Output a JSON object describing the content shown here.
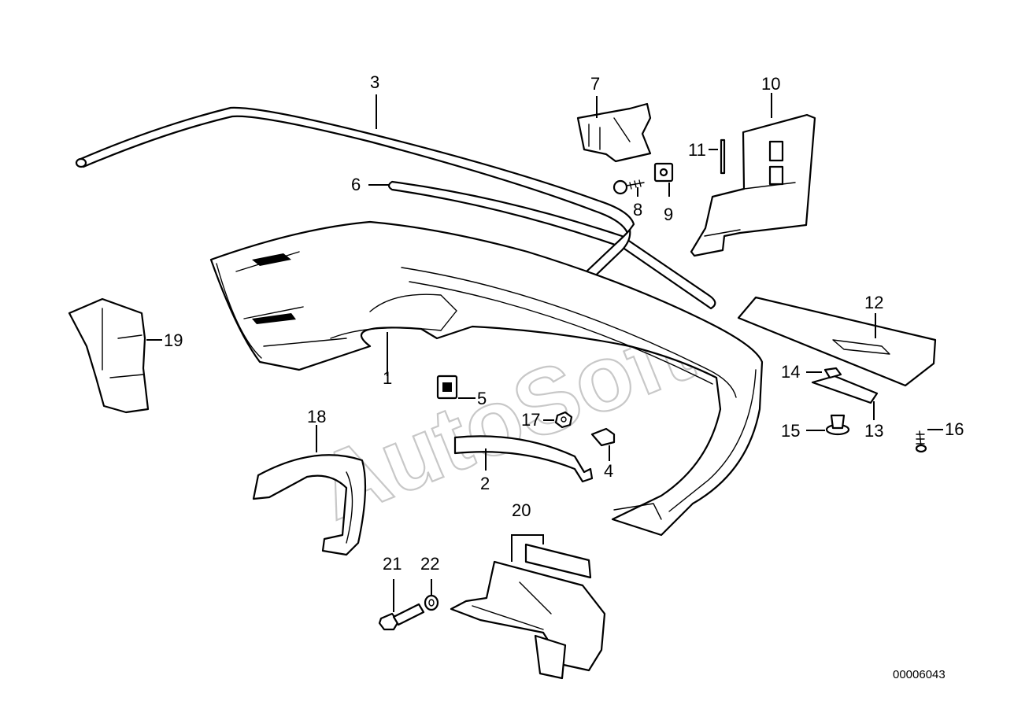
{
  "diagram": {
    "labels": {
      "l1": "1",
      "l2": "2",
      "l3": "3",
      "l4": "4",
      "l5": "5",
      "l6": "6",
      "l7": "7",
      "l8": "8",
      "l9": "9",
      "l10": "10",
      "l11": "11",
      "l12": "12",
      "l13": "13",
      "l14": "14",
      "l15": "15",
      "l16": "16",
      "l17": "17",
      "l18": "18",
      "l19": "19",
      "l20": "20",
      "l21": "21",
      "l22": "22"
    },
    "document_number": "00006043",
    "watermark": "AutoSoft",
    "colors": {
      "line": "#000000",
      "background": "#ffffff",
      "watermark": "#c8c8c8"
    }
  }
}
